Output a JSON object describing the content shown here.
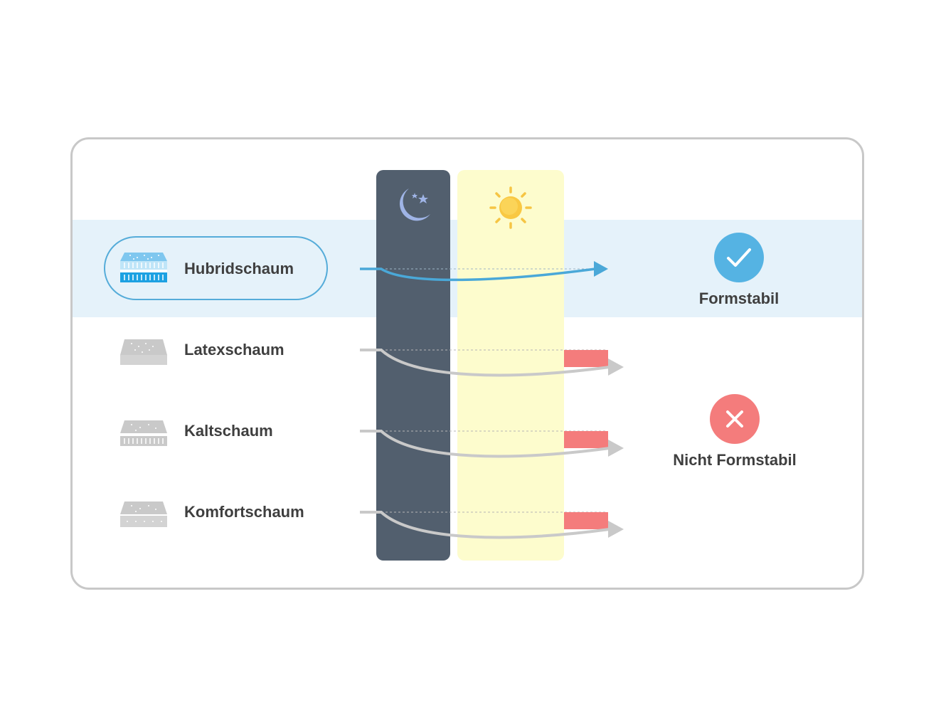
{
  "materials": [
    {
      "label": "Hubridschaum",
      "stable": true
    },
    {
      "label": "Latexschaum",
      "stable": false
    },
    {
      "label": "Kaltschaum",
      "stable": false
    },
    {
      "label": "Komfortschaum",
      "stable": false
    }
  ],
  "status": {
    "stable_label": "Formstabil",
    "unstable_label": "Nicht Formstabil"
  },
  "icons": {
    "night": "moon-stars-icon",
    "day": "sun-icon",
    "stable": "check-icon",
    "unstable": "x-icon"
  },
  "colors": {
    "highlight": "#e5f2fa",
    "accent_blue": "#4aa8d8",
    "night": "#525f6e",
    "day": "#fdfccd",
    "deformation_red": "#f47c7c",
    "neutral_gray": "#c9c9c9",
    "check_green_blue": "#55b3e3",
    "cross_red": "#f47c7c"
  }
}
